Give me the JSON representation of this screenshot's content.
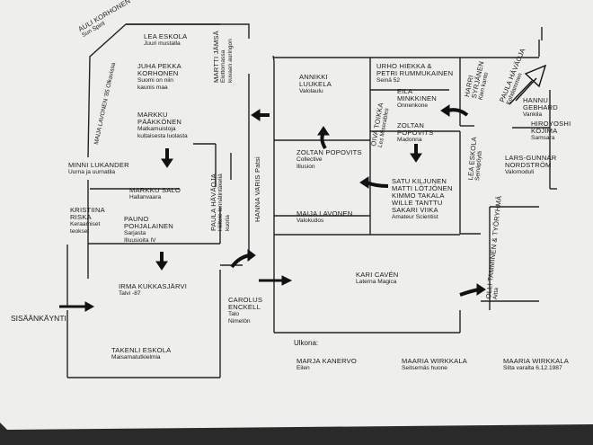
{
  "entrance": {
    "label": "SISÄÄNKÄYNTI"
  },
  "outdoors": {
    "label": "Ulkona:"
  },
  "rooms": [
    {
      "id": "aulikorhonen",
      "lines": [
        "AULI KORHONEN",
        "Sun Spirit"
      ]
    },
    {
      "id": "leaeskola1",
      "lines": [
        "LEA ESKOLA",
        "Juuri mustalla"
      ]
    },
    {
      "id": "majalavonen1",
      "lines": [
        "MAIJA LAVONEN ’85 Olkavissa"
      ]
    },
    {
      "id": "juhapekka",
      "lines": [
        "JUHA PEKKA",
        "KORHONEN",
        "Suomi on niin",
        "kaunis maa"
      ]
    },
    {
      "id": "marttijamsa",
      "lines": [
        "MARTTI JÄMSÄ",
        "Elottomassa",
        "kuvaan auringon"
      ]
    },
    {
      "id": "markkupaakkonen",
      "lines": [
        "MARKKU",
        "PÄÄKKÖNEN",
        "Matkamuistoja",
        "kultaisesta luolasta"
      ]
    },
    {
      "id": "minnilukander",
      "lines": [
        "MINNI LUKANDER",
        "Uurna ja uurnatila"
      ]
    },
    {
      "id": "kristinariska",
      "lines": [
        "KRISTIINA",
        "RISKA",
        "Keraamiset",
        "teokset"
      ]
    },
    {
      "id": "markkusalo",
      "lines": [
        "MARKKU SALO",
        "Hallanvaara"
      ]
    },
    {
      "id": "paunopohjalainen",
      "lines": [
        "PAUNO",
        "POHJALAINEN",
        "Sarjasta",
        "Illuusioita IV"
      ]
    },
    {
      "id": "paulahavaoja1",
      "lines": [
        "PAULA HÄVÄOJA",
        "Hiiltele lennätintäkeliä",
        "kuoria"
      ]
    },
    {
      "id": "hannavaris",
      "lines": [
        "HANNA VARIS Patsi"
      ]
    },
    {
      "id": "irmakukkasjarvi",
      "lines": [
        "IRMA KUKKASJÄRVI",
        "Talvi -87"
      ]
    },
    {
      "id": "annikkiluukela",
      "lines": [
        "ANNIKKI",
        "LUUKELA",
        "Valolaulu"
      ]
    },
    {
      "id": "urhohiekka",
      "lines": [
        "URHO HIEKKA &",
        "PETRI RUMMUKAINEN",
        "Seinä 52"
      ]
    },
    {
      "id": "harrisyrjanen",
      "lines": [
        "HARRI",
        "SYRJÄNEN",
        "Kien kanto"
      ]
    },
    {
      "id": "paulahavaoja2",
      "lines": [
        "PAULA HÄVÄOJA",
        "Kohdammen"
      ]
    },
    {
      "id": "eilaminkkinen",
      "lines": [
        "EILA",
        "MINKKINEN",
        "Onnenkone"
      ]
    },
    {
      "id": "hannugebhard",
      "lines": [
        "HANNU",
        "GEBHARD",
        "Vankila"
      ]
    },
    {
      "id": "hiroyoshi",
      "lines": [
        "HIROYOSHI",
        "KOJIMA",
        "Samsara"
      ]
    },
    {
      "id": "oivatoikka",
      "lines": [
        "OIVA TOIKKA",
        "Les Miserables"
      ]
    },
    {
      "id": "zoltan1",
      "lines": [
        "ZOLTAN",
        "POPOVITS",
        "Madonna"
      ]
    },
    {
      "id": "leaeskola2",
      "lines": [
        "LEA ESKOLA",
        "Seinäpöytä"
      ]
    },
    {
      "id": "larsgunnar",
      "lines": [
        "LARS-GUNNAR",
        "NORDSTRÖM",
        "Valomoduli"
      ]
    },
    {
      "id": "zoltan2",
      "lines": [
        "ZOLTAN POPOVITS",
        "Collective",
        "Illusion"
      ]
    },
    {
      "id": "satukiljunen",
      "lines": [
        "SATU KILJUNEN",
        "MATTI LÖTJÖNEN",
        "KIMMO TAKALA",
        "WILLE TANTTU",
        "SAKARI VIIKA",
        "Amateur Scientist"
      ]
    },
    {
      "id": "olliteamminen",
      "lines": [
        "OLLI TAMMINEN & TYÖRYHMÄ",
        "Aitta"
      ]
    },
    {
      "id": "maijalavonen2",
      "lines": [
        "MAIJA LAVONEN",
        "Valokudos"
      ]
    },
    {
      "id": "karicaven",
      "lines": [
        "KARI CAVÉN",
        "Laterna Magica"
      ]
    },
    {
      "id": "carolusenckell",
      "lines": [
        "CAROLUS",
        "ENCKELL",
        "Talo",
        "Nimetön"
      ]
    },
    {
      "id": "takenlieskola",
      "lines": [
        "TAKENLI ESKOLA",
        "Maisamatutkielmia"
      ]
    },
    {
      "id": "marjakanervo",
      "lines": [
        "MARJA KANERVO",
        "Eilen"
      ]
    },
    {
      "id": "maariawirkkala1",
      "lines": [
        "MAARIA WIRKKALA",
        "Seitsemäs huone"
      ]
    },
    {
      "id": "maariawirkkala2",
      "lines": [
        "MAARIA WIRKKALA",
        "Silta varalta 6.12.1987"
      ]
    }
  ]
}
